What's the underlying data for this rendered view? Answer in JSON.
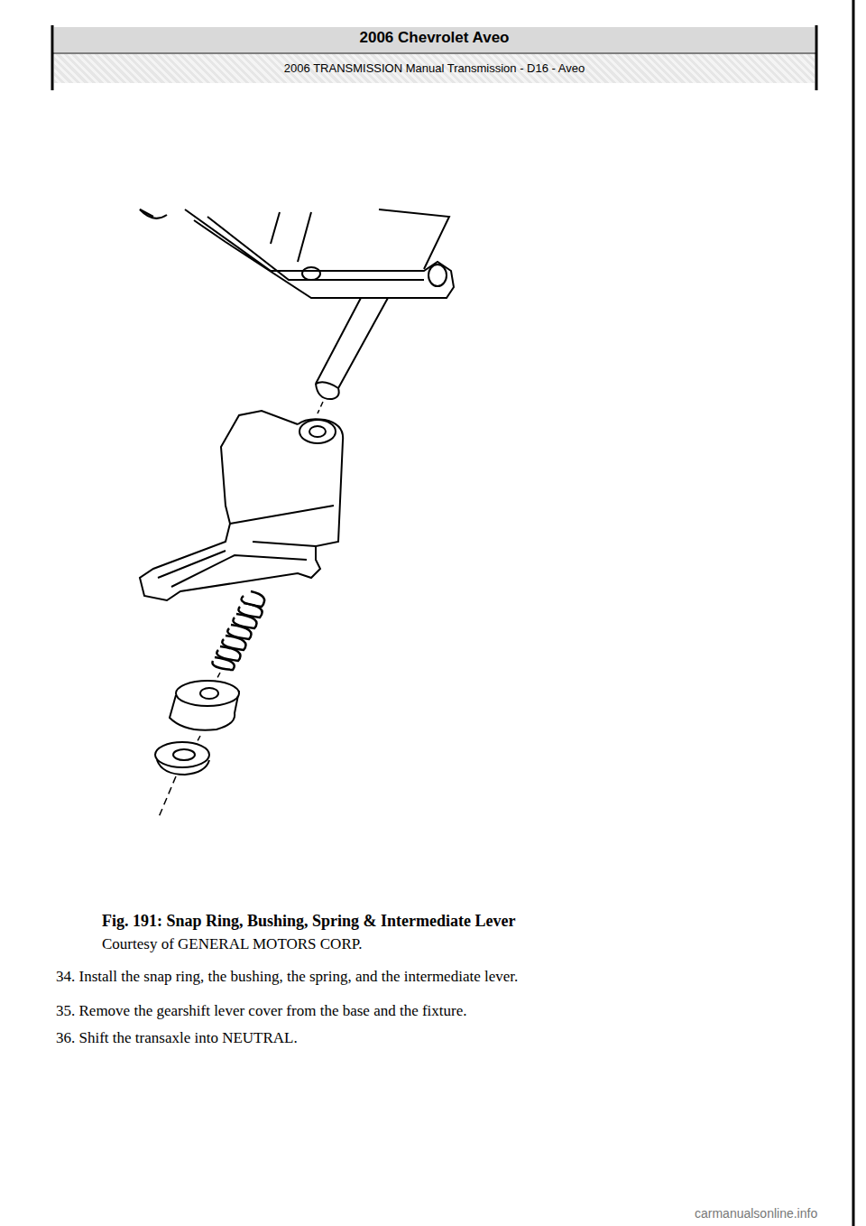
{
  "diagram": {
    "title": "2006 Chevrolet Aveo",
    "caption": "Fig. 191: Snap Ring, Bushing, Spring & Intermediate Lever",
    "labels": [
      "2006 TRANSMISSION Manual Transmission - D16 - Aveo",
      "Courtesy of GENERAL MOTORS CORP.",
      "34. Install the snap ring, the bushing, the spring, and the intermediate lever.",
      "35. Remove the gearshift lever cover from the base and the fixture.",
      "36. Shift the transaxle into NEUTRAL.",
      "carmanualsonline.info"
    ]
  }
}
